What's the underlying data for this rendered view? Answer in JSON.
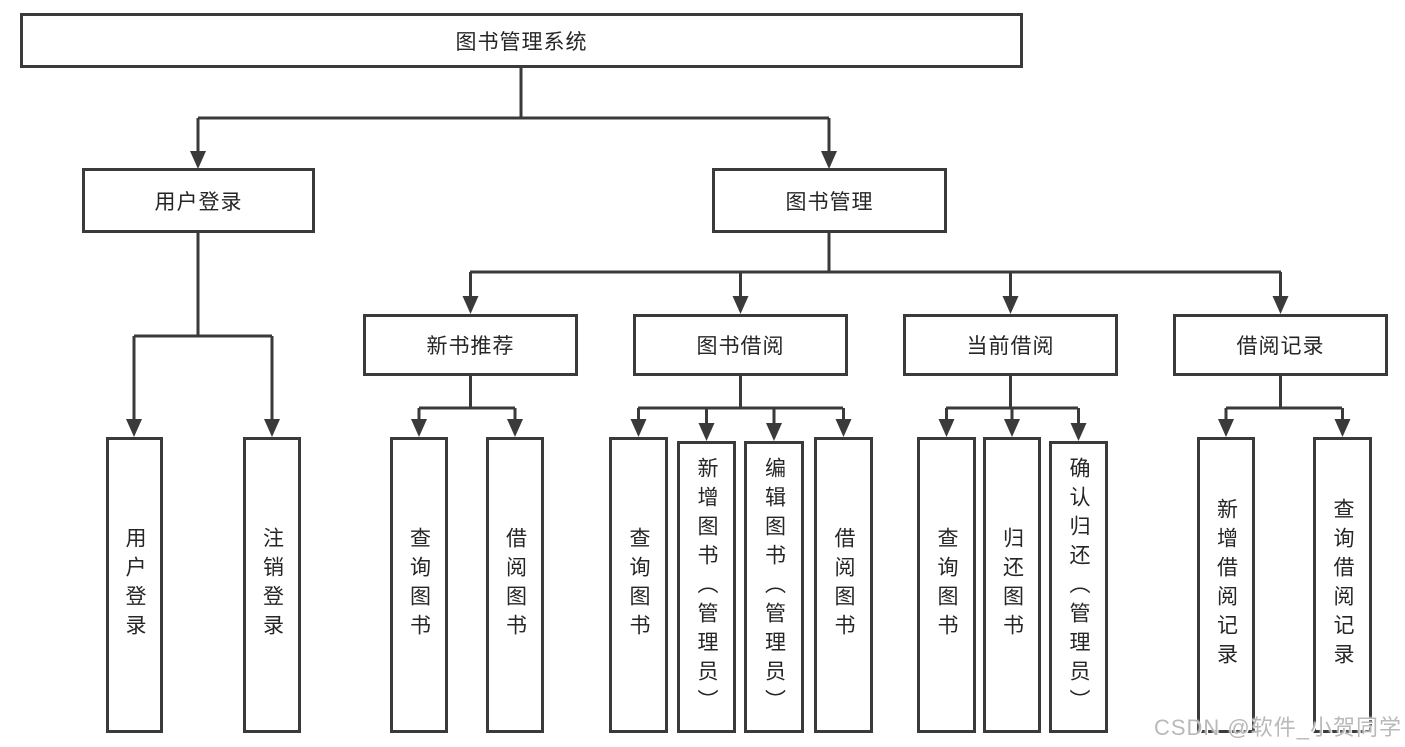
{
  "diagram": {
    "root": {
      "label": "图书管理系统"
    },
    "branches": [
      {
        "label": "用户登录",
        "children": [
          {
            "label": "用户登录"
          },
          {
            "label": "注销登录"
          }
        ]
      },
      {
        "label": "图书管理",
        "children": [
          {
            "label": "新书推荐",
            "children": [
              {
                "label": "查询图书"
              },
              {
                "label": "借阅图书"
              }
            ]
          },
          {
            "label": "图书借阅",
            "children": [
              {
                "label": "查询图书"
              },
              {
                "label": "新增图书（管理员）"
              },
              {
                "label": "编辑图书（管理员）"
              },
              {
                "label": "借阅图书"
              }
            ]
          },
          {
            "label": "当前借阅",
            "children": [
              {
                "label": "查询图书"
              },
              {
                "label": "归还图书"
              },
              {
                "label": "确认归还（管理员）"
              }
            ]
          },
          {
            "label": "借阅记录",
            "children": [
              {
                "label": "新增借阅记录"
              },
              {
                "label": "查询借阅记录"
              }
            ]
          }
        ]
      }
    ]
  },
  "watermark": "CSDN @软件_小贺同学",
  "colors": {
    "line": "#3a3a3a",
    "text": "#262626",
    "background": "#ffffff",
    "watermark": "#b9b9b9"
  }
}
